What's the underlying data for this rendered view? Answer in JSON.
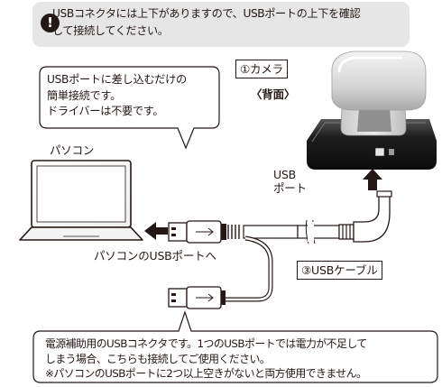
{
  "notice": {
    "icon": "exclamation-icon",
    "text_line1": "USBコネクタには上下がありますので、USBポートの上下を確認",
    "text_line2": "して接続してください。"
  },
  "callout_top": {
    "line1": "USBポートに差し込むだけの",
    "line2": "簡単接続です。",
    "line3": "ドライバーは不要です。"
  },
  "labels": {
    "camera": "①カメラ",
    "rear": "〈背面〉",
    "pc": "パソコン",
    "usb_port_line1": "USB",
    "usb_port_line2": "ポート",
    "to_pc_port": "パソコンのUSBポートへ",
    "cable": "③USBケーブル"
  },
  "callout_bottom": {
    "line1": "電源補助用のUSBコネクタです。1つのUSBポートでは電力が不足して",
    "line2": "しまう場合、こちらも接続してご使用ください。",
    "line3": "※パソコンのUSBポートに2つ以上空きがないと両方使用できません。"
  },
  "colors": {
    "text": "#231815",
    "notice_bg": "#e6e6e6",
    "camera_light": "#d9d9d9",
    "camera_dark": "#1f1f1f"
  }
}
